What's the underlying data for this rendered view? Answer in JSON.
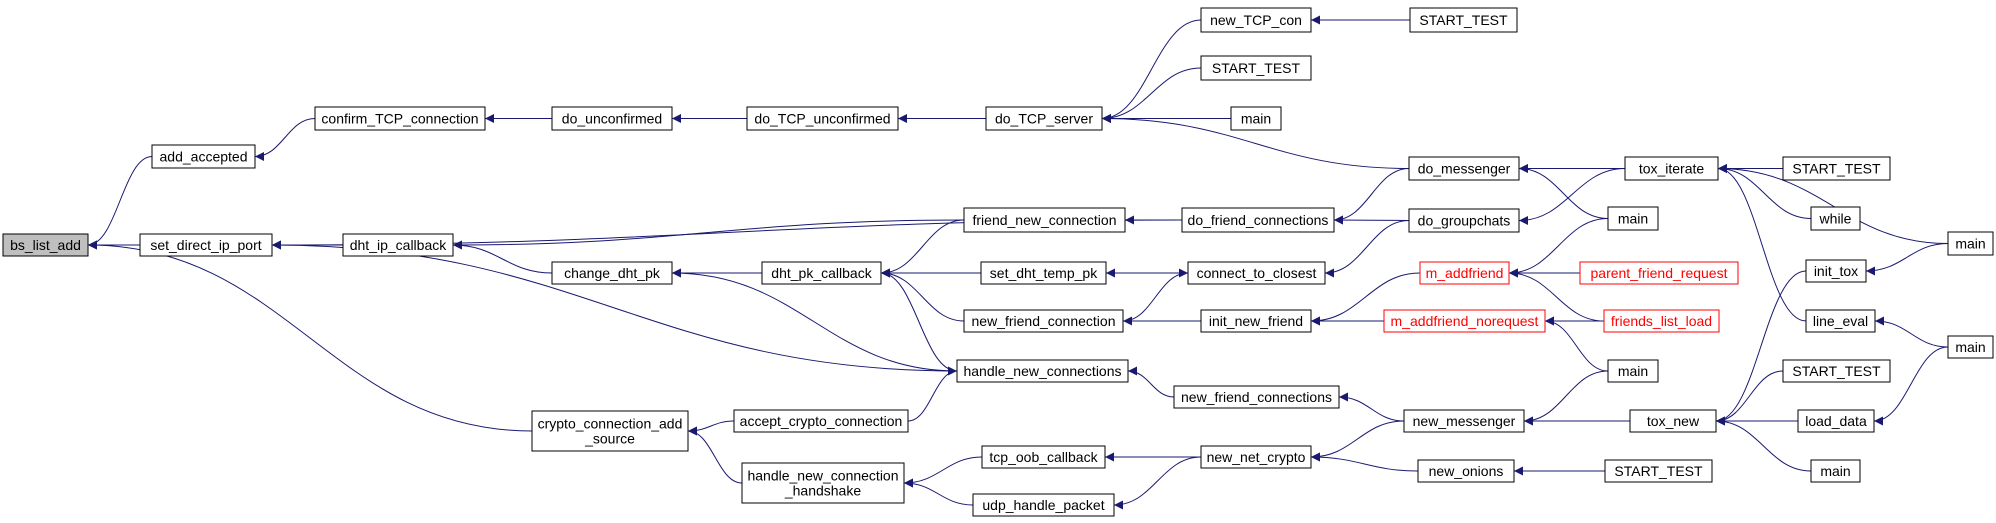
{
  "colors": {
    "edge": "#191970",
    "node_border": "#000000",
    "external_border": "#ff0000",
    "root_fill": "#bfbfbf",
    "node_fill": "#ffffff",
    "external_text": "#ff0000",
    "text": "#000000"
  },
  "nodes": [
    {
      "id": "bs_list_add",
      "label": "bs_list_add",
      "root": true
    },
    {
      "id": "add_accepted",
      "label": "add_accepted"
    },
    {
      "id": "set_direct_ip_port",
      "label": "set_direct_ip_port"
    },
    {
      "id": "crypto_connection_add_source",
      "label": "crypto_connection_add\n_source"
    },
    {
      "id": "confirm_TCP_connection",
      "label": "confirm_TCP_connection"
    },
    {
      "id": "do_unconfirmed",
      "label": "do_unconfirmed"
    },
    {
      "id": "do_TCP_unconfirmed",
      "label": "do_TCP_unconfirmed"
    },
    {
      "id": "do_TCP_server",
      "label": "do_TCP_server"
    },
    {
      "id": "new_TCP_con",
      "label": "new_TCP_con"
    },
    {
      "id": "START_TEST_1",
      "label": "START_TEST"
    },
    {
      "id": "START_TEST_2",
      "label": "START_TEST"
    },
    {
      "id": "main_1",
      "label": "main"
    },
    {
      "id": "do_messenger",
      "label": "do_messenger"
    },
    {
      "id": "tox_iterate",
      "label": "tox_iterate"
    },
    {
      "id": "START_TEST_3",
      "label": "START_TEST"
    },
    {
      "id": "while",
      "label": "while"
    },
    {
      "id": "main_2",
      "label": "main"
    },
    {
      "id": "main_3",
      "label": "main"
    },
    {
      "id": "dht_ip_callback",
      "label": "dht_ip_callback"
    },
    {
      "id": "friend_new_connection",
      "label": "friend_new_connection"
    },
    {
      "id": "do_friend_connections",
      "label": "do_friend_connections"
    },
    {
      "id": "do_groupchats",
      "label": "do_groupchats"
    },
    {
      "id": "change_dht_pk",
      "label": "change_dht_pk"
    },
    {
      "id": "dht_pk_callback",
      "label": "dht_pk_callback"
    },
    {
      "id": "set_dht_temp_pk",
      "label": "set_dht_temp_pk"
    },
    {
      "id": "connect_to_closest",
      "label": "connect_to_closest"
    },
    {
      "id": "m_addfriend",
      "label": "m_addfriend",
      "external": true
    },
    {
      "id": "parent_friend_request",
      "label": "parent_friend_request",
      "external": true
    },
    {
      "id": "friends_list_load",
      "label": "friends_list_load",
      "external": true
    },
    {
      "id": "new_friend_connection",
      "label": "new_friend_connection"
    },
    {
      "id": "init_new_friend",
      "label": "init_new_friend"
    },
    {
      "id": "m_addfriend_norequest",
      "label": "m_addfriend_norequest",
      "external": true
    },
    {
      "id": "main_4",
      "label": "main"
    },
    {
      "id": "init_tox",
      "label": "init_tox"
    },
    {
      "id": "main_5",
      "label": "main"
    },
    {
      "id": "line_eval",
      "label": "line_eval"
    },
    {
      "id": "main_6",
      "label": "main"
    },
    {
      "id": "handle_new_connections",
      "label": "handle_new_connections"
    },
    {
      "id": "new_friend_connections",
      "label": "new_friend_connections"
    },
    {
      "id": "START_TEST_4",
      "label": "START_TEST"
    },
    {
      "id": "accept_crypto_connection",
      "label": "accept_crypto_connection"
    },
    {
      "id": "new_messenger",
      "label": "new_messenger"
    },
    {
      "id": "tox_new",
      "label": "tox_new"
    },
    {
      "id": "load_data",
      "label": "load_data"
    },
    {
      "id": "handle_new_connection_handshake",
      "label": "handle_new_connection\n_handshake"
    },
    {
      "id": "tcp_oob_callback",
      "label": "tcp_oob_callback"
    },
    {
      "id": "new_net_crypto",
      "label": "new_net_crypto"
    },
    {
      "id": "new_onions",
      "label": "new_onions"
    },
    {
      "id": "START_TEST_5",
      "label": "START_TEST"
    },
    {
      "id": "main_7",
      "label": "main"
    },
    {
      "id": "udp_handle_packet",
      "label": "udp_handle_packet"
    }
  ],
  "edges": [
    [
      "add_accepted",
      "bs_list_add"
    ],
    [
      "set_direct_ip_port",
      "bs_list_add"
    ],
    [
      "crypto_connection_add_source",
      "bs_list_add"
    ],
    [
      "confirm_TCP_connection",
      "add_accepted"
    ],
    [
      "do_unconfirmed",
      "confirm_TCP_connection"
    ],
    [
      "do_TCP_unconfirmed",
      "do_unconfirmed"
    ],
    [
      "do_TCP_server",
      "do_TCP_unconfirmed"
    ],
    [
      "new_TCP_con",
      "do_TCP_server"
    ],
    [
      "START_TEST_2",
      "do_TCP_server"
    ],
    [
      "main_1",
      "do_TCP_server"
    ],
    [
      "do_messenger",
      "do_TCP_server"
    ],
    [
      "START_TEST_1",
      "new_TCP_con"
    ],
    [
      "tox_iterate",
      "do_messenger"
    ],
    [
      "main_3",
      "do_messenger"
    ],
    [
      "START_TEST_3",
      "tox_iterate"
    ],
    [
      "while",
      "tox_iterate"
    ],
    [
      "main_2",
      "tox_iterate"
    ],
    [
      "line_eval",
      "tox_iterate"
    ],
    [
      "do_friend_connections",
      "set_direct_ip_port"
    ],
    [
      "do_messenger",
      "do_friend_connections"
    ],
    [
      "do_groupchats",
      "do_friend_connections"
    ],
    [
      "tox_iterate",
      "do_groupchats"
    ],
    [
      "dht_ip_callback",
      "set_direct_ip_port"
    ],
    [
      "friend_new_connection",
      "dht_ip_callback"
    ],
    [
      "do_friend_connections",
      "friend_new_connection"
    ],
    [
      "change_dht_pk",
      "dht_ip_callback"
    ],
    [
      "dht_pk_callback",
      "change_dht_pk"
    ],
    [
      "friend_new_connection",
      "dht_pk_callback"
    ],
    [
      "set_dht_temp_pk",
      "dht_pk_callback"
    ],
    [
      "new_friend_connection",
      "dht_pk_callback"
    ],
    [
      "handle_new_connections",
      "dht_pk_callback"
    ],
    [
      "handle_new_connections",
      "change_dht_pk"
    ],
    [
      "handle_new_connections",
      "set_direct_ip_port"
    ],
    [
      "connect_to_closest",
      "set_dht_temp_pk"
    ],
    [
      "do_groupchats",
      "connect_to_closest"
    ],
    [
      "new_friend_connection",
      "connect_to_closest"
    ],
    [
      "init_new_friend",
      "new_friend_connection"
    ],
    [
      "m_addfriend",
      "init_new_friend"
    ],
    [
      "m_addfriend_norequest",
      "init_new_friend"
    ],
    [
      "main_3",
      "m_addfriend"
    ],
    [
      "parent_friend_request",
      "m_addfriend"
    ],
    [
      "friends_list_load",
      "m_addfriend"
    ],
    [
      "friends_list_load",
      "m_addfriend_norequest"
    ],
    [
      "main_4",
      "m_addfriend_norequest"
    ],
    [
      "new_friend_connections",
      "handle_new_connections"
    ],
    [
      "accept_crypto_connection",
      "handle_new_connections"
    ],
    [
      "new_messenger",
      "new_friend_connections"
    ],
    [
      "main_4",
      "new_messenger"
    ],
    [
      "tox_new",
      "new_messenger"
    ],
    [
      "init_tox",
      "tox_new"
    ],
    [
      "START_TEST_4",
      "tox_new"
    ],
    [
      "load_data",
      "tox_new"
    ],
    [
      "main_7",
      "tox_new"
    ],
    [
      "main_5",
      "init_tox"
    ],
    [
      "main_6",
      "line_eval"
    ],
    [
      "main_6",
      "load_data"
    ],
    [
      "accept_crypto_connection",
      "crypto_connection_add_source"
    ],
    [
      "handle_new_connection_handshake",
      "crypto_connection_add_source"
    ],
    [
      "tcp_oob_callback",
      "handle_new_connection_handshake"
    ],
    [
      "udp_handle_packet",
      "handle_new_connection_handshake"
    ],
    [
      "new_net_crypto",
      "tcp_oob_callback"
    ],
    [
      "new_net_crypto",
      "udp_handle_packet"
    ],
    [
      "new_messenger",
      "new_net_crypto"
    ],
    [
      "new_onions",
      "new_net_crypto"
    ],
    [
      "START_TEST_5",
      "new_onions"
    ]
  ]
}
